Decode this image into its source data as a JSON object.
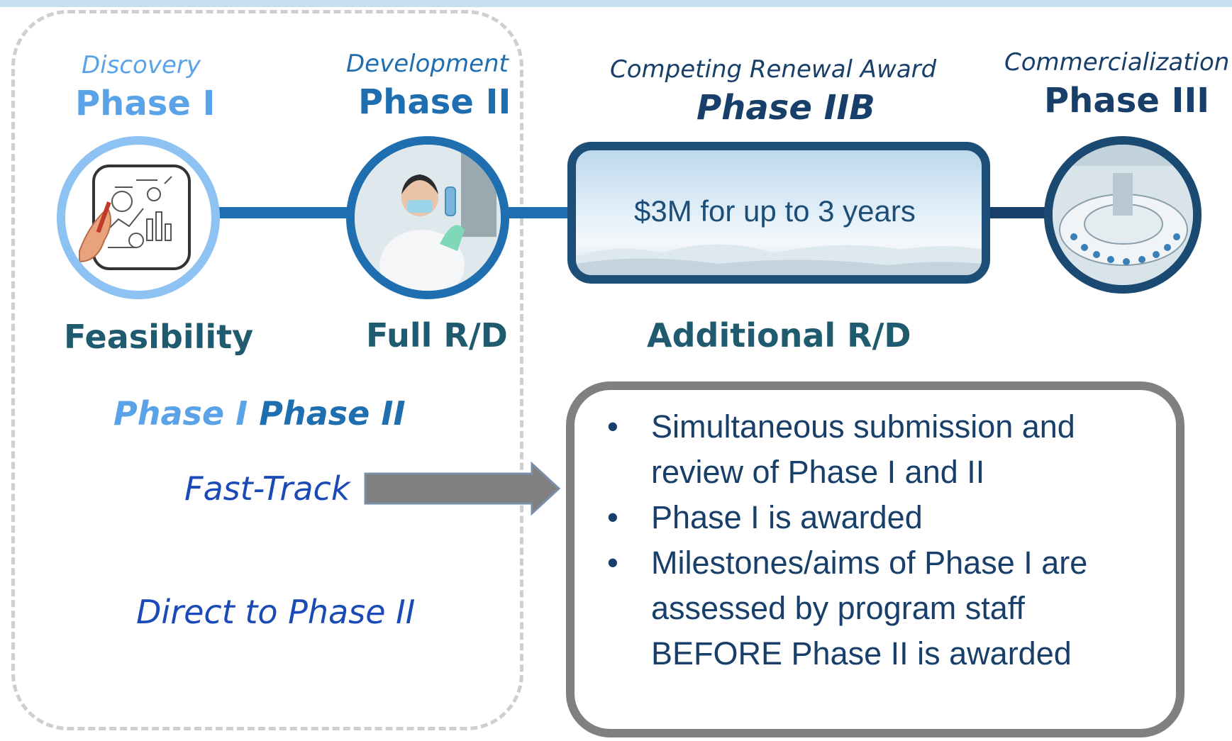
{
  "phases": {
    "phase1": {
      "subtitle": "Discovery",
      "title": "Phase I",
      "label": "Feasibility"
    },
    "phase2": {
      "subtitle": "Development",
      "title": "Phase II",
      "label": "Full R/D"
    },
    "phase2b": {
      "subtitle": "Competing Renewal Award",
      "title": "Phase IIB",
      "label": "Additional R/D",
      "box_text": "$3M for up to 3 years"
    },
    "phase3": {
      "subtitle": "Commercialization",
      "title": "Phase III"
    }
  },
  "pathways": {
    "combo": {
      "part1": "Phase I",
      "part2": "Phase II"
    },
    "fast_track": "Fast-Track",
    "direct": "Direct to Phase II"
  },
  "fast_track_details": [
    "Simultaneous submission and review of Phase I and II",
    "Phase I is awarded",
    "Milestones/aims of Phase I are assessed by program staff BEFORE Phase II is awarded"
  ],
  "bullet_glyph": "•",
  "colors": {
    "light_blue": "#5aa3e8",
    "mid_blue": "#1f6fb0",
    "dark_blue": "#173f6a",
    "teal_label": "#1f5a6e",
    "pathway_blue": "#1a49b8",
    "arrow_gray": "#808080"
  }
}
